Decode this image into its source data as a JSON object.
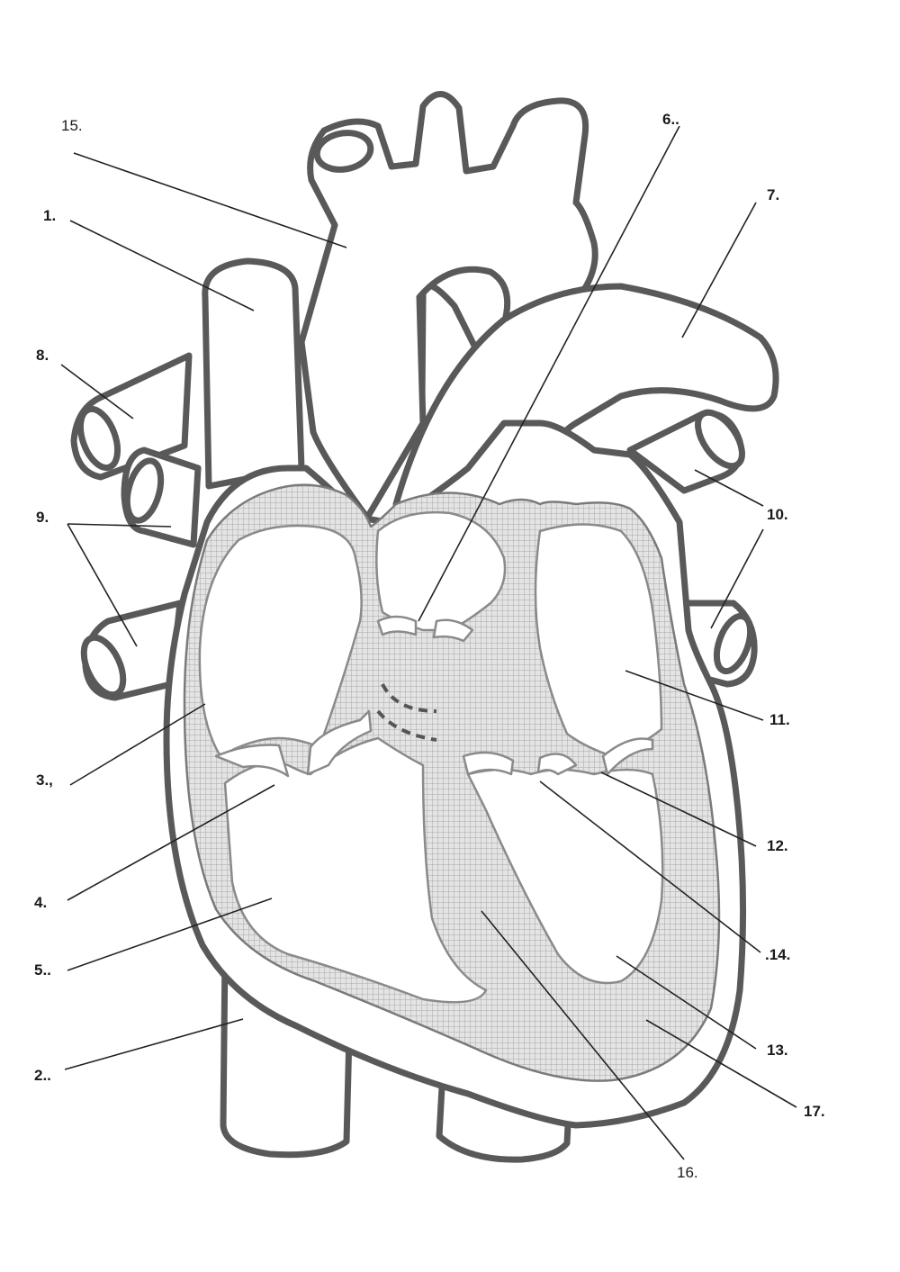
{
  "labels": {
    "l1": "1.",
    "l2": "2..",
    "l3": "3.,",
    "l4": "4.",
    "l5": "5..",
    "l6": "6..",
    "l7": "7.",
    "l8": "8.",
    "l9": "9.",
    "l10": "10.",
    "l11": "11.",
    "l12": "12.",
    "l13": "13.",
    "l14": ".14.",
    "l15": "15.",
    "l16": "16.",
    "l17": "17."
  }
}
